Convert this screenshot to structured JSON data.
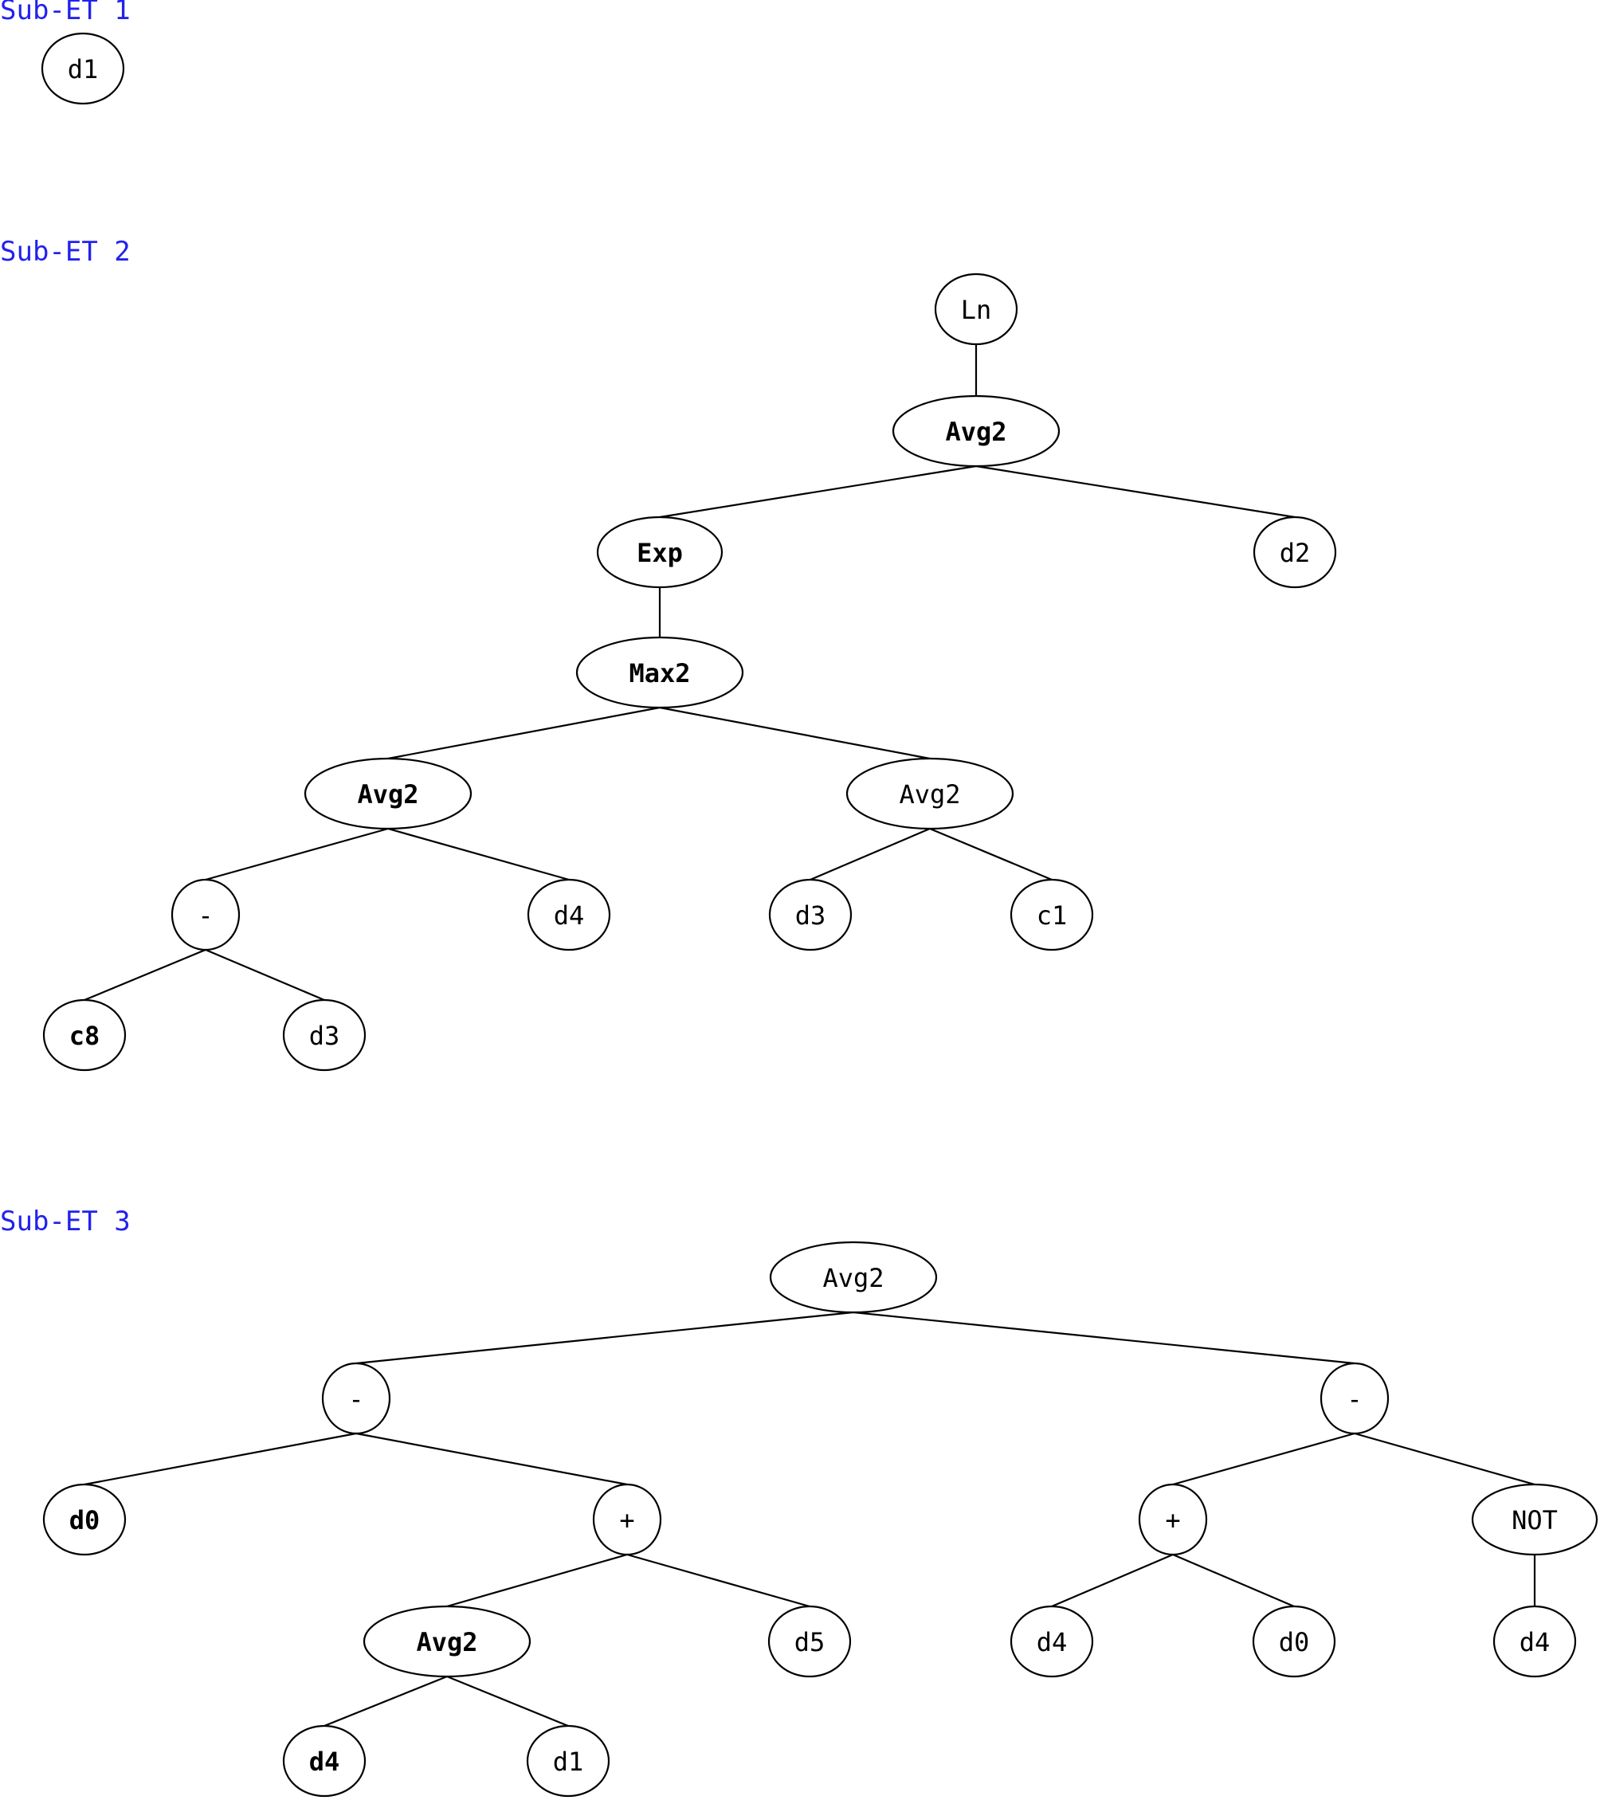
{
  "sections": [
    {
      "title": "Sub-ET 1",
      "nodes": [
        {
          "id": "n1",
          "label": "d1",
          "bold": false
        }
      ],
      "edges": []
    },
    {
      "title": "Sub-ET 2",
      "nodes": [
        {
          "id": "ln",
          "label": "Ln",
          "bold": false
        },
        {
          "id": "avg2a",
          "label": "Avg2",
          "bold": true
        },
        {
          "id": "exp",
          "label": "Exp",
          "bold": true
        },
        {
          "id": "d2",
          "label": "d2",
          "bold": false
        },
        {
          "id": "max2",
          "label": "Max2",
          "bold": true
        },
        {
          "id": "avg2b",
          "label": "Avg2",
          "bold": true
        },
        {
          "id": "avg2c",
          "label": "Avg2",
          "bold": false
        },
        {
          "id": "minus1",
          "label": "-",
          "bold": false
        },
        {
          "id": "d4a",
          "label": "d4",
          "bold": false
        },
        {
          "id": "d3a",
          "label": "d3",
          "bold": false
        },
        {
          "id": "c1",
          "label": "c1",
          "bold": false
        },
        {
          "id": "c8",
          "label": "c8",
          "bold": true
        },
        {
          "id": "d3b",
          "label": "d3",
          "bold": false
        }
      ],
      "edges": [
        [
          "ln",
          "avg2a"
        ],
        [
          "avg2a",
          "exp"
        ],
        [
          "avg2a",
          "d2"
        ],
        [
          "exp",
          "max2"
        ],
        [
          "max2",
          "avg2b"
        ],
        [
          "max2",
          "avg2c"
        ],
        [
          "avg2b",
          "minus1"
        ],
        [
          "avg2b",
          "d4a"
        ],
        [
          "avg2c",
          "d3a"
        ],
        [
          "avg2c",
          "c1"
        ],
        [
          "minus1",
          "c8"
        ],
        [
          "minus1",
          "d3b"
        ]
      ]
    },
    {
      "title": "Sub-ET 3",
      "nodes": [
        {
          "id": "root",
          "label": "Avg2",
          "bold": false
        },
        {
          "id": "m1",
          "label": "-",
          "bold": false
        },
        {
          "id": "m2",
          "label": "-",
          "bold": false
        },
        {
          "id": "d0a",
          "label": "d0",
          "bold": true
        },
        {
          "id": "p1",
          "label": "+",
          "bold": false
        },
        {
          "id": "p2",
          "label": "+",
          "bold": false
        },
        {
          "id": "not",
          "label": "NOT",
          "bold": false
        },
        {
          "id": "avg2d",
          "label": "Avg2",
          "bold": true
        },
        {
          "id": "d5",
          "label": "d5",
          "bold": false
        },
        {
          "id": "d4b",
          "label": "d4",
          "bold": false
        },
        {
          "id": "d0b",
          "label": "d0",
          "bold": false
        },
        {
          "id": "d4c",
          "label": "d4",
          "bold": false
        },
        {
          "id": "d4d",
          "label": "d4",
          "bold": true
        },
        {
          "id": "d1b",
          "label": "d1",
          "bold": false
        }
      ],
      "edges": [
        [
          "root",
          "m1"
        ],
        [
          "root",
          "m2"
        ],
        [
          "m1",
          "d0a"
        ],
        [
          "m1",
          "p1"
        ],
        [
          "m2",
          "p2"
        ],
        [
          "m2",
          "not"
        ],
        [
          "p1",
          "avg2d"
        ],
        [
          "p1",
          "d5"
        ],
        [
          "p2",
          "d4b"
        ],
        [
          "p2",
          "d0b"
        ],
        [
          "not",
          "d4c"
        ],
        [
          "avg2d",
          "d4d"
        ],
        [
          "avg2d",
          "d1b"
        ]
      ]
    }
  ]
}
